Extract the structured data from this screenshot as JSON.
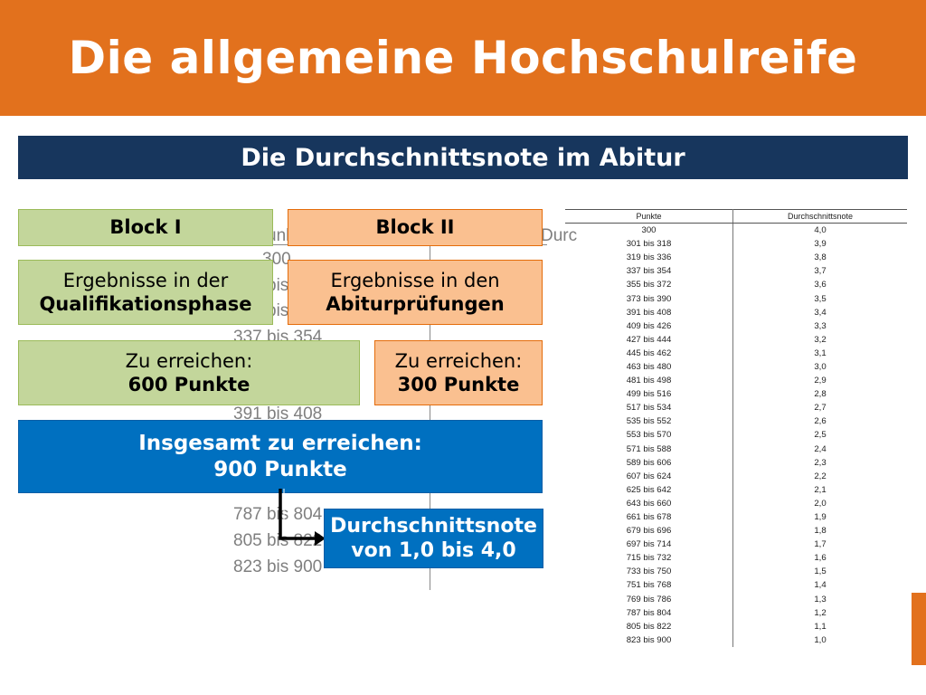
{
  "header": {
    "title": "Die allgemeine Hochschulreife"
  },
  "subheader": {
    "title": "Die Durchschnittsnote im Abitur"
  },
  "block1": {
    "label": "Block I",
    "description_line1": "Ergebnisse in der",
    "description_line2": "Qualifikationsphase",
    "goal_line1": "Zu erreichen:",
    "goal_line2": "600 Punkte"
  },
  "block2": {
    "label": "Block II",
    "description_line1": "Ergebnisse in den",
    "description_line2": "Abiturprüfungen",
    "goal_line1": "Zu erreichen:",
    "goal_line2": "300 Punkte"
  },
  "total": {
    "line1": "Insgesamt zu erreichen:",
    "line2": "900 Punkte"
  },
  "result": {
    "line1": "Durchschnittsnote",
    "line2": "von 1,0 bis 4,0"
  },
  "background_table": {
    "header_fragments": [
      "unk",
      "Durc"
    ],
    "rows": [
      "300",
      "bis",
      "bis",
      "337 bis 354",
      "391 bis 408",
      "787 bis 804",
      "805 bis 822",
      "823 bis 900"
    ]
  },
  "score_table": {
    "headers": [
      "Punkte",
      "Durchschnittsnote"
    ],
    "rows": [
      [
        "300",
        "4,0"
      ],
      [
        "301 bis 318",
        "3,9"
      ],
      [
        "319 bis 336",
        "3,8"
      ],
      [
        "337 bis 354",
        "3,7"
      ],
      [
        "355 bis 372",
        "3,6"
      ],
      [
        "373 bis 390",
        "3,5"
      ],
      [
        "391 bis 408",
        "3,4"
      ],
      [
        "409 bis 426",
        "3,3"
      ],
      [
        "427 bis 444",
        "3,2"
      ],
      [
        "445 bis 462",
        "3,1"
      ],
      [
        "463 bis 480",
        "3,0"
      ],
      [
        "481 bis 498",
        "2,9"
      ],
      [
        "499 bis 516",
        "2,8"
      ],
      [
        "517 bis 534",
        "2,7"
      ],
      [
        "535 bis 552",
        "2,6"
      ],
      [
        "553 bis 570",
        "2,5"
      ],
      [
        "571 bis 588",
        "2,4"
      ],
      [
        "589 bis 606",
        "2,3"
      ],
      [
        "607 bis 624",
        "2,2"
      ],
      [
        "625 bis 642",
        "2,1"
      ],
      [
        "643 bis 660",
        "2,0"
      ],
      [
        "661 bis 678",
        "1,9"
      ],
      [
        "679 bis 696",
        "1,8"
      ],
      [
        "697 bis 714",
        "1,7"
      ],
      [
        "715 bis 732",
        "1,6"
      ],
      [
        "733 bis 750",
        "1,5"
      ],
      [
        "751 bis 768",
        "1,4"
      ],
      [
        "769 bis 786",
        "1,3"
      ],
      [
        "787 bis 804",
        "1,2"
      ],
      [
        "805 bis 822",
        "1,1"
      ],
      [
        "823 bis 900",
        "1,0"
      ]
    ]
  },
  "colors": {
    "header": "#e2711d",
    "subheader": "#17365d",
    "block1": "#c3d69b",
    "block2": "#fac090",
    "total": "#0070c0"
  }
}
